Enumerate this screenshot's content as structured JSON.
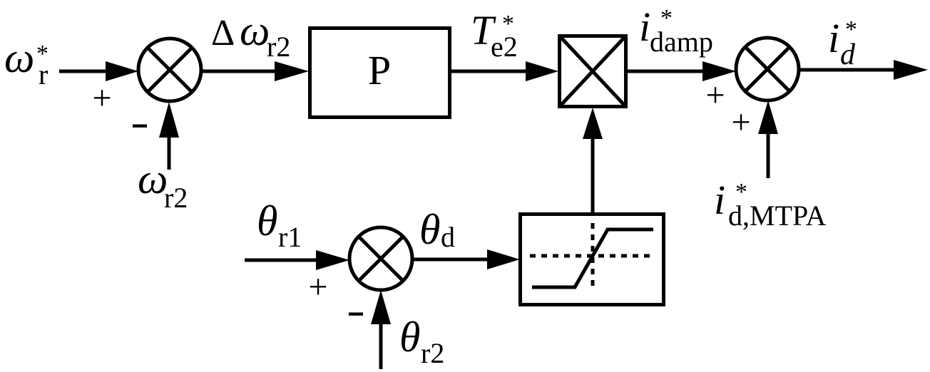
{
  "title": "Damping current reference generation block diagram",
  "signals": {
    "omega_r_ref": {
      "main": "ω",
      "sup": "*",
      "sub": "r"
    },
    "omega_r2": {
      "main": "ω",
      "sub": "r2"
    },
    "delta_omega_r2": {
      "prefix": "Δ",
      "main": "ω",
      "sub": "r2"
    },
    "te2_ref": {
      "main": "T",
      "sup": "*",
      "sub": "e2"
    },
    "i_damp_ref": {
      "main": "i",
      "sup": "*",
      "sub": "damp"
    },
    "i_d_ref": {
      "main": "i",
      "sup": "*",
      "sub": "d"
    },
    "i_d_mtpa_ref": {
      "main": "i",
      "sup": "*",
      "sub": "d,MTPA"
    },
    "theta_r1": {
      "main": "θ",
      "sub": "r1"
    },
    "theta_r2": {
      "main": "θ",
      "sub": "r2"
    },
    "theta_d": {
      "main": "θ",
      "sub": "d"
    }
  },
  "blocks": {
    "sum_speed": {
      "type": "summing-junction"
    },
    "gain": {
      "type": "proportional-gain",
      "label": "P"
    },
    "multiplier": {
      "type": "multiplier"
    },
    "sum_current": {
      "type": "summing-junction"
    },
    "sum_angle": {
      "type": "summing-junction"
    },
    "saturation": {
      "type": "saturation"
    }
  },
  "signs": {
    "sum_speed_ref": "+",
    "sum_speed_fb": "−",
    "sum_current_damp": "+",
    "sum_current_mtpa": "+",
    "sum_angle_r1": "+",
    "sum_angle_r2": "−"
  },
  "colors": {
    "stroke": "#000000",
    "background": "#ffffff"
  }
}
